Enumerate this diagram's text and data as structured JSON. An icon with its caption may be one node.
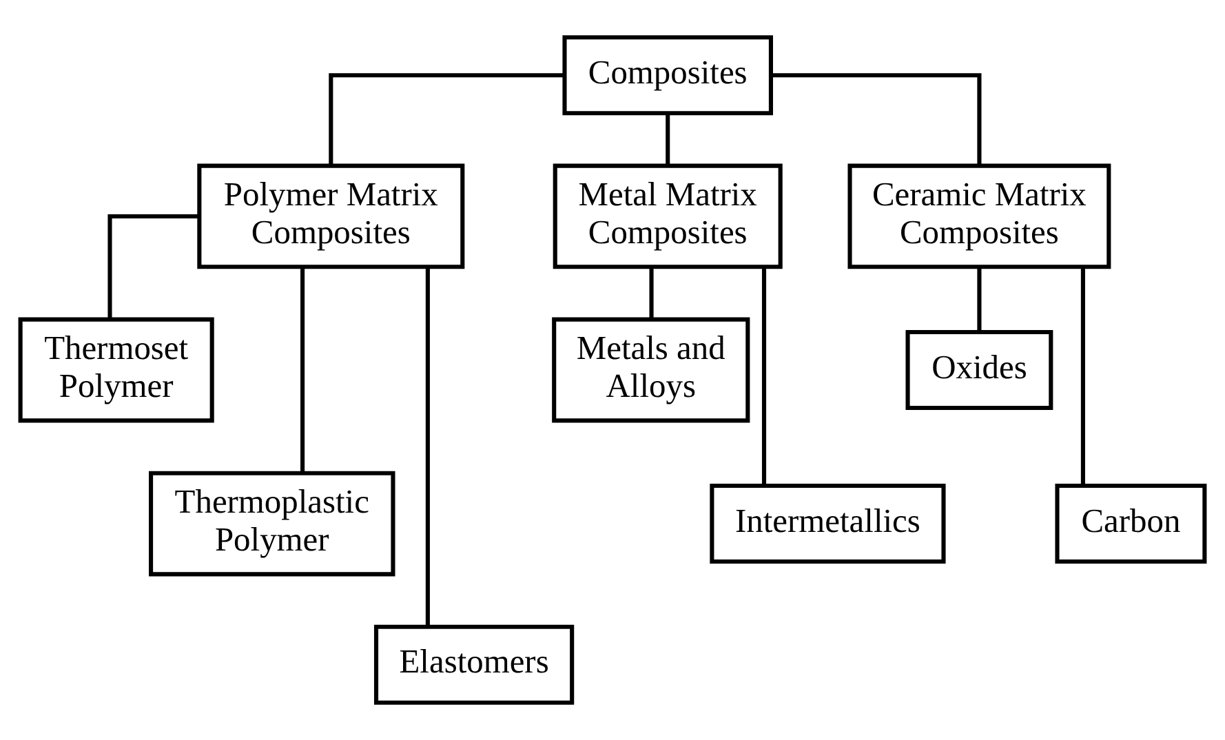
{
  "diagram": {
    "nodes": [
      {
        "text": [
          "Composites"
        ]
      },
      {
        "text": [
          "Polymer Matrix Composites"
        ]
      },
      {
        "text": [
          "Metal Matrix Composites"
        ]
      },
      {
        "text": [
          "Ceramic Matrix Composites"
        ]
      },
      {
        "text": [
          "Thermoset Polymer"
        ]
      },
      {
        "text": [
          "Thermoplastic Polymer"
        ]
      },
      {
        "text": [
          "Elastomers"
        ]
      },
      {
        "text": [
          "Metals and Alloys"
        ]
      },
      {
        "text": [
          "Intermetallics"
        ]
      },
      {
        "text": [
          "Oxides"
        ]
      },
      {
        "text": [
          "Carbon"
        ]
      }
    ],
    "edges": [
      {
        "from": 0,
        "to": 1,
        "arrow": "none"
      },
      {
        "from": 0,
        "to": 2,
        "arrow": "none"
      },
      {
        "from": 0,
        "to": 3,
        "arrow": "none"
      },
      {
        "from": 1,
        "to": 4,
        "arrow": "none"
      },
      {
        "from": 1,
        "to": 5,
        "arrow": "none"
      },
      {
        "from": 1,
        "to": 6,
        "arrow": "none"
      },
      {
        "from": 2,
        "to": 7,
        "arrow": "none"
      },
      {
        "from": 2,
        "to": 8,
        "arrow": "none"
      },
      {
        "from": 3,
        "to": 9,
        "arrow": "none"
      },
      {
        "from": 3,
        "to": 10,
        "arrow": "none"
      }
    ]
  }
}
